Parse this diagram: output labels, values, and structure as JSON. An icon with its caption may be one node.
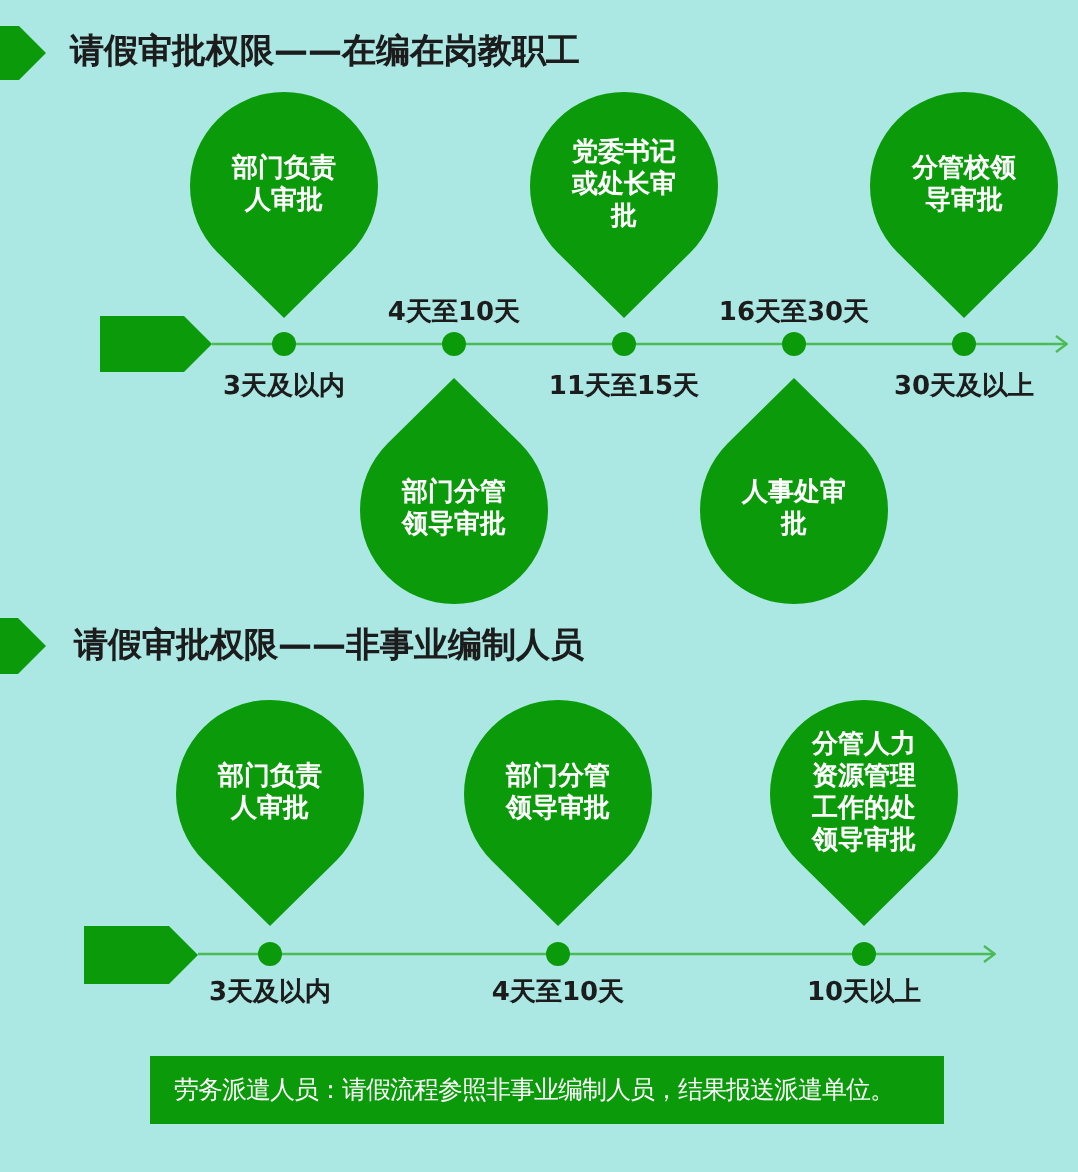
{
  "diagram": {
    "nodes": [
      {
        "text": [
          "部门负责人审批"
        ]
      },
      {
        "text": [
          "部门分管领导审批"
        ]
      },
      {
        "text": [
          "党委书记或处长审批"
        ]
      },
      {
        "text": [
          "人事处审批"
        ]
      },
      {
        "text": [
          "分管校领导审批"
        ]
      },
      {
        "text": [
          "部门负责人审批"
        ]
      },
      {
        "text": [
          "部门分管领导审批"
        ]
      },
      {
        "text": [
          "分管人力资源管理工作的处领导审批"
        ]
      },
      {
        "text": [
          "劳务派遣人员：请假流程参照非事业编制人员，结果报送派遣单位。"
        ]
      }
    ],
    "labels": [
      "请假审批权限——在编在岗教职工",
      "4天至10天",
      "16天至30天",
      "3天及以内",
      "11天至15天",
      "30天及以上",
      "请假审批权限——非事业编制人员",
      "3天及以内",
      "4天至10天",
      "10天以上"
    ]
  }
}
